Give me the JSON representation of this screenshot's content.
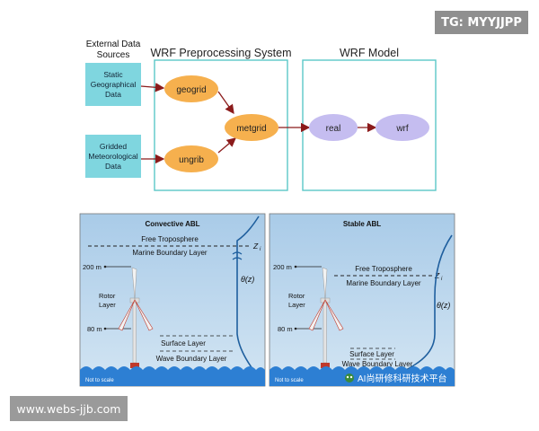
{
  "top_badge": "TG: MYYJJPP",
  "bottom_badge": "www.webs-jjb.com",
  "flow": {
    "external_title": [
      "External Data",
      "Sources"
    ],
    "wps_title": "WRF Preprocessing System",
    "wrf_title": "WRF Model",
    "static_box": [
      "Static",
      "Geographical",
      "Data"
    ],
    "gridded_box": [
      "Gridded",
      "Meteorological",
      "Data"
    ],
    "geogrid": "geogrid",
    "ungrib": "ungrib",
    "metgrid": "metgrid",
    "real": "real",
    "wrf": "wrf",
    "colors": {
      "teal": "#5ac8c8",
      "data_box": "#7fd6df",
      "orange_node": "#f6b04e",
      "purple_node": "#c5bdf0",
      "arrow": "#8b1b1b",
      "wps_accent": "#c0392b"
    }
  },
  "abl": {
    "convective": {
      "title": "Convective ABL",
      "free_trop": "Free Troposphere",
      "mbl": "Marine Boundary Layer",
      "zi": "Z",
      "zi_sub": "i",
      "theta": "θ(z)",
      "h200": "200 m",
      "h80": "80 m",
      "rotor": [
        "Rotor",
        "Layer"
      ],
      "surface": "Surface Layer",
      "wave": "Wave Boundary Layer",
      "scale": "Not to scale"
    },
    "stable": {
      "title": "Stable ABL",
      "free_trop": "Free Troposphere",
      "mbl": "Marine Boundary Layer",
      "zi": "Z",
      "zi_sub": "i",
      "theta": "θ(z)",
      "h200": "200 m",
      "h80": "80 m",
      "rotor": [
        "Rotor",
        "Layer"
      ],
      "surface": "Surface Layer",
      "wave": "Wave Boundary Layer",
      "scale": "Not to scale"
    },
    "watermark": "AI尚研修科研技术平台",
    "colors": {
      "sky": "#bcd8ee",
      "sea": "#2d7fd3",
      "profile": "#1f5f9e"
    }
  }
}
